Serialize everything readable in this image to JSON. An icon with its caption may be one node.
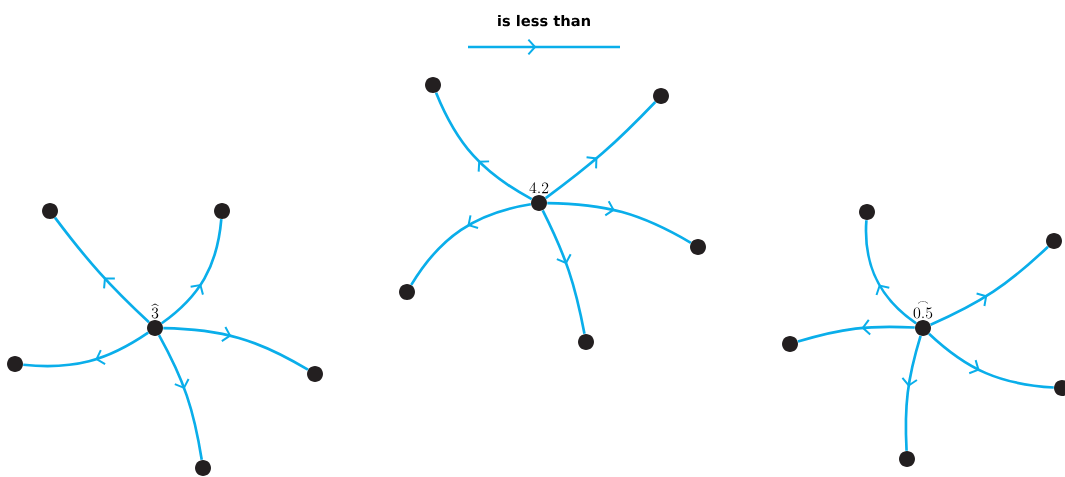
{
  "diagram": {
    "nodes": [
      {
        "text": [
          "\\widehat{3}"
        ]
      },
      {
        "text": [],
        "shape": "circle"
      },
      {
        "text": [],
        "shape": "circle"
      },
      {
        "text": [],
        "shape": "circle"
      },
      {
        "text": [],
        "shape": "circle"
      },
      {
        "text": [],
        "shape": "circle"
      },
      {
        "text": [
          "4.2"
        ]
      },
      {
        "text": [],
        "shape": "circle"
      },
      {
        "text": [],
        "shape": "circle"
      },
      {
        "text": [],
        "shape": "circle"
      },
      {
        "text": [],
        "shape": "circle"
      },
      {
        "text": [],
        "shape": "circle"
      },
      {
        "text": [
          "\\stackrel{\\frown}{0.5}"
        ]
      },
      {
        "text": [],
        "shape": "circle"
      },
      {
        "text": [],
        "shape": "circle"
      },
      {
        "text": [],
        "shape": "circle"
      },
      {
        "text": [],
        "shape": "circle"
      },
      {
        "text": [],
        "shape": "circle"
      }
    ],
    "edges": [
      {
        "from": 0,
        "to": 1,
        "arrow": "to"
      },
      {
        "from": 0,
        "to": 2,
        "arrow": "to"
      },
      {
        "from": 0,
        "to": 3,
        "arrow": "to"
      },
      {
        "from": 0,
        "to": 4,
        "arrow": "to"
      },
      {
        "from": 0,
        "to": 5,
        "arrow": "to"
      },
      {
        "from": 6,
        "to": 7,
        "arrow": "to"
      },
      {
        "from": 6,
        "to": 8,
        "arrow": "to"
      },
      {
        "from": 6,
        "to": 9,
        "arrow": "to"
      },
      {
        "from": 6,
        "to": 10,
        "arrow": "to"
      },
      {
        "from": 6,
        "to": 11,
        "arrow": "to"
      },
      {
        "from": 12,
        "to": 13,
        "arrow": "to"
      },
      {
        "from": 12,
        "to": 14,
        "arrow": "to"
      },
      {
        "from": 12,
        "to": 15,
        "arrow": "to"
      },
      {
        "from": 12,
        "to": 16,
        "arrow": "to"
      },
      {
        "from": 12,
        "to": 17,
        "arrow": "to"
      }
    ],
    "legend": [
      {
        "text": "is less than"
      }
    ]
  }
}
